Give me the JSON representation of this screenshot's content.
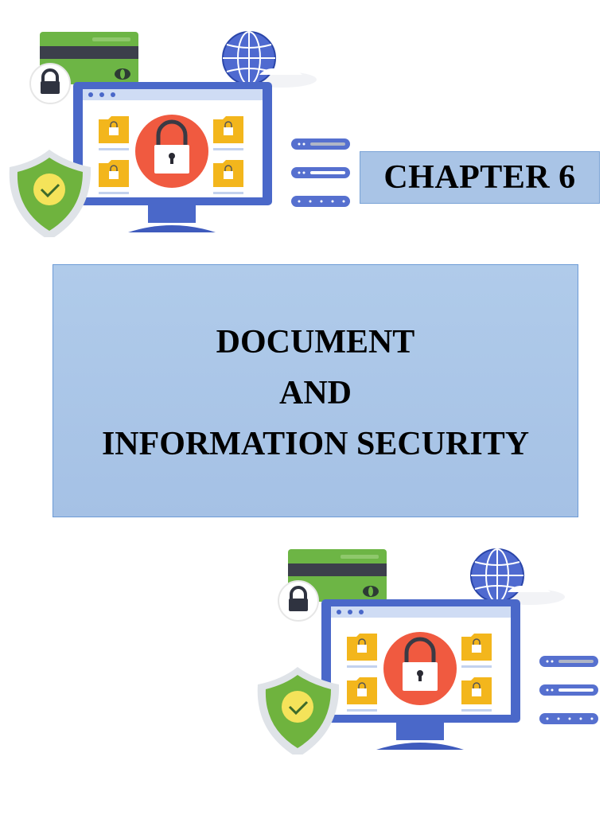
{
  "page": {
    "chapter_label": "CHAPTER 6",
    "title_lines": [
      "DOCUMENT",
      "AND",
      "INFORMATION SECURITY"
    ]
  },
  "illustrations": [
    {
      "name": "security-illustration-top",
      "icons": [
        "credit-card-icon",
        "padlock-icon",
        "globe-icon",
        "cloud-icon",
        "monitor-icon",
        "locked-folder-icon",
        "shield-check-icon",
        "server-rack-icon"
      ]
    },
    {
      "name": "security-illustration-bottom",
      "icons": [
        "credit-card-icon",
        "padlock-icon",
        "globe-icon",
        "cloud-icon",
        "monitor-icon",
        "locked-folder-icon",
        "shield-check-icon",
        "server-rack-icon"
      ]
    }
  ],
  "colors": {
    "box_fill": "#a9c4e6",
    "box_border": "#6d9bd6",
    "monitor_blue": "#4a68c9",
    "lock_red": "#f05a40",
    "folder_yellow": "#f3b61c",
    "card_green": "#6db545",
    "shield_green": "#6fb33e",
    "check_yellow": "#f4e35a"
  }
}
